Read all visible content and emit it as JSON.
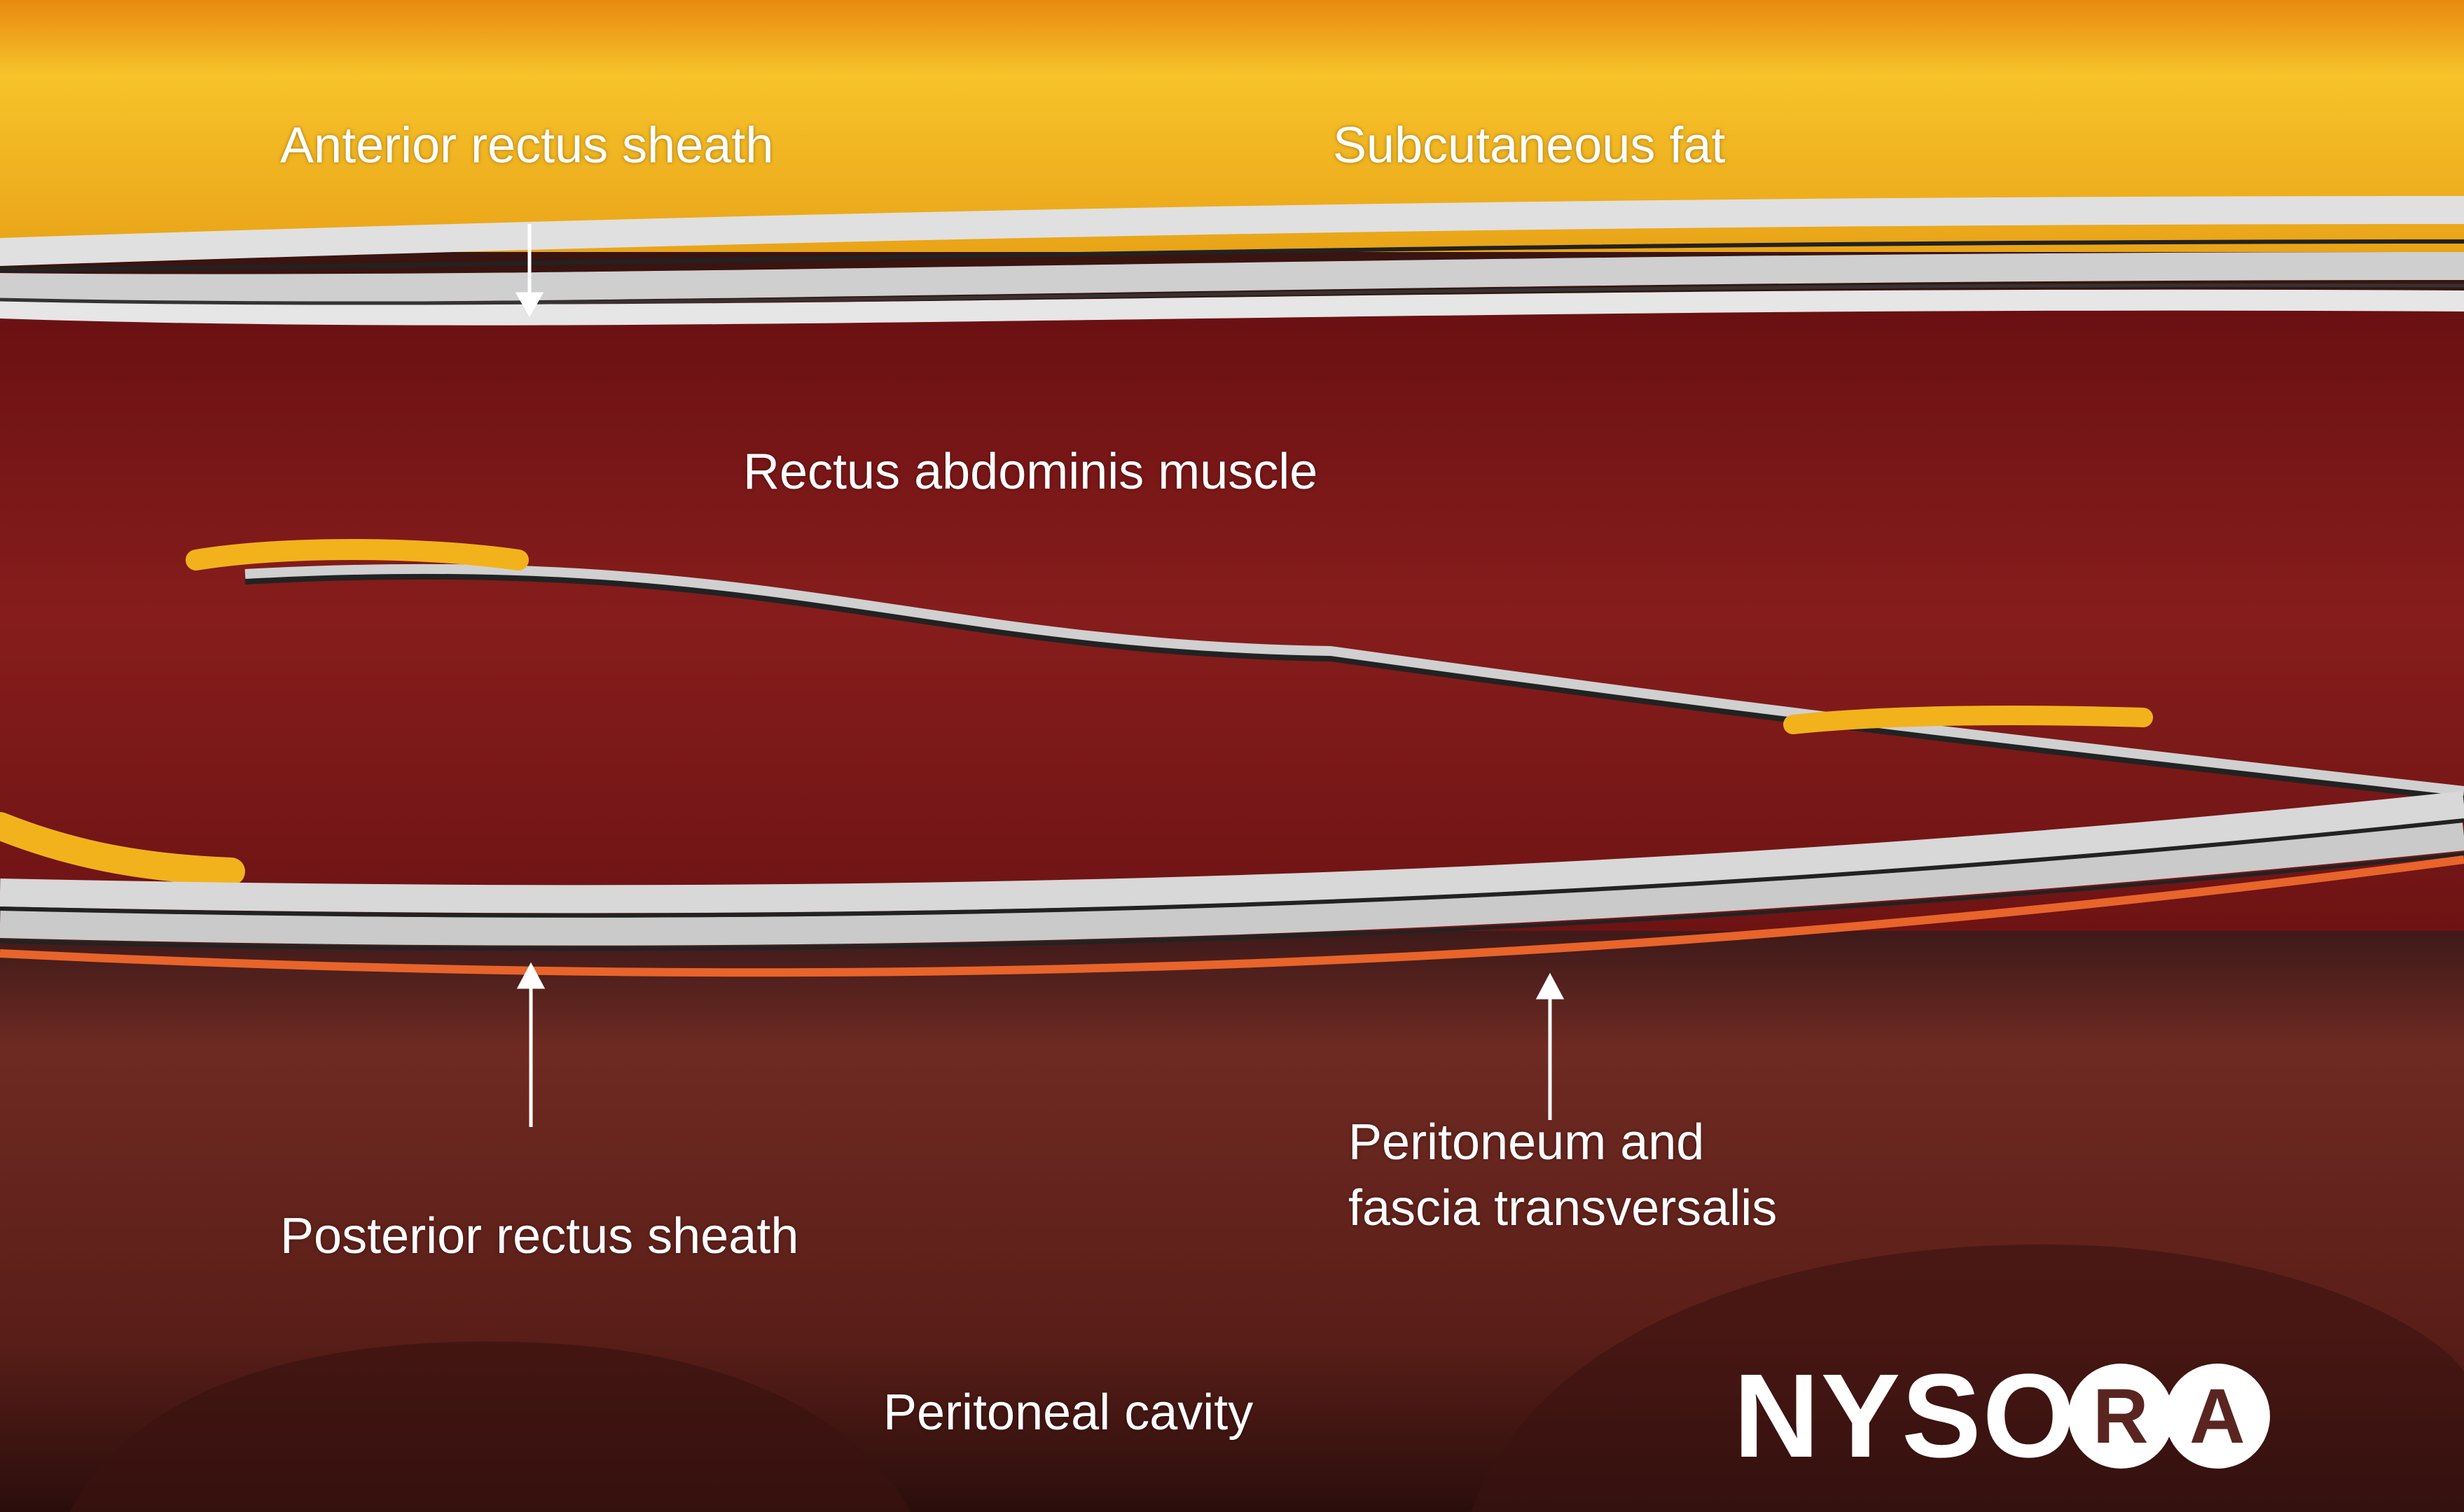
{
  "labels": {
    "anterior_sheath": "Anterior rectus sheath",
    "subcutaneous_fat": "Subcutaneous fat",
    "rectus_muscle": "Rectus abdominis muscle",
    "posterior_sheath": "Posterior rectus sheath",
    "peritoneum_line1": "Peritoneum and",
    "peritoneum_line2": "fascia transversalis",
    "peritoneal_cavity": "Peritoneal cavity"
  },
  "logo": {
    "main": "NYSO",
    "circle1": "R",
    "circle2": "A"
  },
  "colors": {
    "fat": "#f2b21c",
    "muscle": "#7a1616",
    "fascia": "#d8d8d8",
    "peritoneum_line": "#e8642a",
    "cavity": "#5a1e18"
  }
}
